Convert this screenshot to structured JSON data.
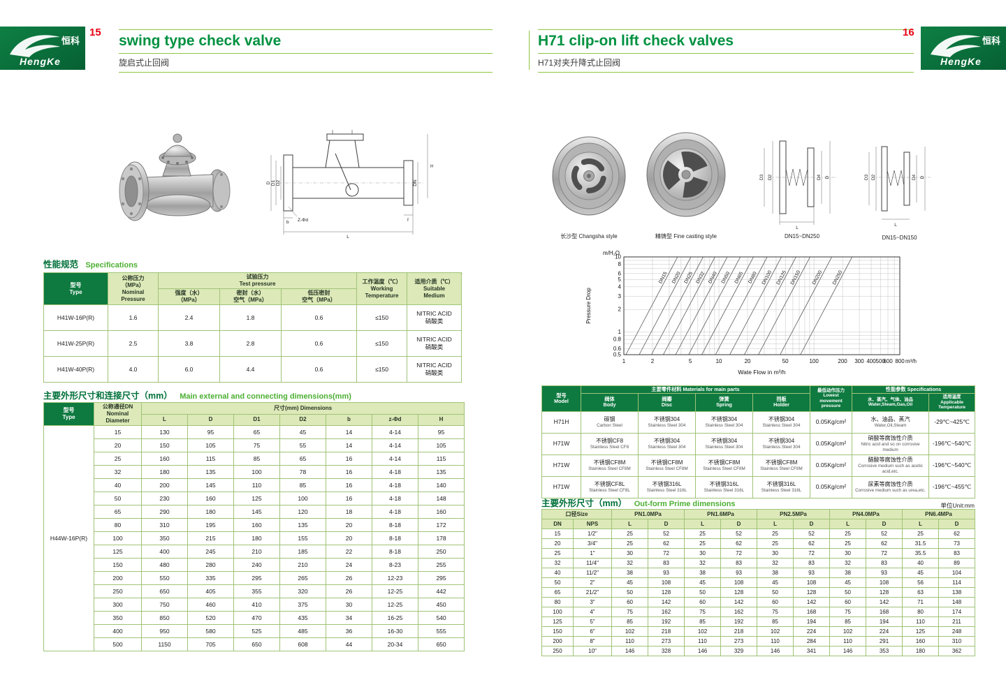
{
  "brand": {
    "zh": "恒科",
    "en": "HengKe"
  },
  "page_left": {
    "page_no": "15",
    "title_en": "swing type check valve",
    "title_zh": "旋启式止回阀",
    "spec_heading": {
      "zh": "性能规范",
      "en": "Specifications"
    },
    "spec_table": {
      "h_model": "型号\nType",
      "h_pressure": "公称压力\n（MPa）\nNominal\nPressure",
      "h_test": "试验压力\nTest pressure",
      "h_strength": "强度（水）\n（MPa）",
      "h_seal": "密封（水）\n空气（MPa）",
      "h_lowseal": "低压密封\n空气（MPa）",
      "h_temp": "工作温度（℃）\nWorking\nTemperature",
      "h_medium": "适用介质（℃）\nSuitable\nMedium",
      "rows": [
        [
          "H41W-16P(R)",
          "1.6",
          "2.4",
          "1.8",
          "0.6",
          "≤150",
          "NITRIC ACID\n硝酸类"
        ],
        [
          "H41W-25P(R)",
          "2.5",
          "3.8",
          "2.8",
          "0.6",
          "≤150",
          "NITRIC ACID\n硝酸类"
        ],
        [
          "H41W-40P(R)",
          "4.0",
          "6.0",
          "4.4",
          "0.6",
          "≤150",
          "NITRIC ACID\n硝酸类"
        ]
      ]
    },
    "dim_heading": {
      "zh": "主要外形尺寸和连接尺寸（mm）",
      "en": "Main external and connecting dimensions(mm)"
    },
    "dim_table": {
      "h_model": "型号\nType",
      "h_dn": "公称通径DN\nNominal\nDiameter",
      "h_dims": "尺寸(mm) Dimensions",
      "cols": [
        "L",
        "D",
        "D1",
        "D2",
        "b",
        "z-Φd",
        "H"
      ],
      "rows": [
        [
          {
            "t": "H44W-16P(R)",
            "rs": 17,
            "cls": "model"
          },
          "15",
          "130",
          "95",
          "65",
          "45",
          "14",
          "4-14",
          "95"
        ],
        [
          "20",
          "150",
          "105",
          "75",
          "55",
          "14",
          "4-14",
          "105"
        ],
        [
          "25",
          "160",
          "115",
          "85",
          "65",
          "16",
          "4-14",
          "115"
        ],
        [
          "32",
          "180",
          "135",
          "100",
          "78",
          "16",
          "4-18",
          "135"
        ],
        [
          "40",
          "200",
          "145",
          "110",
          "85",
          "16",
          "4-18",
          "140"
        ],
        [
          "50",
          "230",
          "160",
          "125",
          "100",
          "16",
          "4-18",
          "148"
        ],
        [
          "65",
          "290",
          "180",
          "145",
          "120",
          "18",
          "4-18",
          "160"
        ],
        [
          "80",
          "310",
          "195",
          "160",
          "135",
          "20",
          "8-18",
          "172"
        ],
        [
          "100",
          "350",
          "215",
          "180",
          "155",
          "20",
          "8-18",
          "178"
        ],
        [
          "125",
          "400",
          "245",
          "210",
          "185",
          "22",
          "8-18",
          "250"
        ],
        [
          "150",
          "480",
          "280",
          "240",
          "210",
          "24",
          "8-23",
          "255"
        ],
        [
          "200",
          "550",
          "335",
          "295",
          "265",
          "26",
          "12-23",
          "295"
        ],
        [
          "250",
          "650",
          "405",
          "355",
          "320",
          "26",
          "12-25",
          "442"
        ],
        [
          "300",
          "750",
          "460",
          "410",
          "375",
          "30",
          "12-25",
          "450"
        ],
        [
          "350",
          "850",
          "520",
          "470",
          "435",
          "34",
          "16-25",
          "540"
        ],
        [
          "400",
          "950",
          "580",
          "525",
          "485",
          "36",
          "16-30",
          "555"
        ],
        [
          "500",
          "1150",
          "705",
          "650",
          "608",
          "44",
          "20-34",
          "650"
        ]
      ]
    },
    "drawing_labels": {
      "d": "D",
      "d1": "D1",
      "d2": "D2",
      "dn": "DN",
      "h": "H",
      "l": "L",
      "b": "b",
      "f": "f",
      "zd": "Z-Φd"
    }
  },
  "page_right": {
    "page_no": "16",
    "title_en": "H71 clip-on lift check valves",
    "title_zh": "H71对夹升降式止回阀",
    "captions": [
      "长沙型 Changsha style",
      "精铸型 Fine casting style",
      "DN15~DN250",
      "DN15~DN150"
    ],
    "drawing_labels": {
      "d3": "D3",
      "d2": "D2",
      "d4": "D4",
      "d": "D",
      "l": "L"
    },
    "materials_table": {
      "h_model": "型号\nModel",
      "h_parts": "主要零件材料 Materials for main parts",
      "h_body": "阀体\nBody",
      "h_disc": "阀瓣\nDisc",
      "h_spring": "弹簧\nSpring",
      "h_holder": "挡板\nHolder",
      "h_pressure": "最低动作压力\nLowest movement\npressure",
      "h_specs": "性能参数 Specifications",
      "h_medium": "水、蒸汽、气体、油品\nWater,Steam,Gas,Oil",
      "h_temp": "适用温度\nApplicable\nTemperature",
      "rows": [
        [
          "H71H",
          {
            "t": "碳钢",
            "s": "Carbon Steel"
          },
          {
            "t": "不锈钢304",
            "s": "Stainless Steel 304"
          },
          {
            "t": "不锈钢304",
            "s": "Stainless Steel 304"
          },
          {
            "t": "不锈钢304",
            "s": "Stainless Steel 304"
          },
          "0.05Kg/cm²",
          {
            "t": "水、油品、蒸汽",
            "s": "Water,Oil,Steam"
          },
          "-29℃~425℃"
        ],
        [
          "H71W",
          {
            "t": "不锈钢CF8",
            "s": "Stainless Steel CF8"
          },
          {
            "t": "不锈钢304",
            "s": "Stainless Steel 304"
          },
          {
            "t": "不锈钢304",
            "s": "Stainless Steel 304"
          },
          {
            "t": "不锈钢304",
            "s": "Stainless Steel 304"
          },
          "0.05Kg/cm²",
          {
            "t": "硝酸等腐蚀性介质",
            "s": "Nitric acid and so on corrosive medium"
          },
          "-196℃~540℃"
        ],
        [
          "H71W",
          {
            "t": "不锈钢CF8M",
            "s": "Stainless Steel CF8M"
          },
          {
            "t": "不锈钢CF8M",
            "s": "Stainless Steel CF8M"
          },
          {
            "t": "不锈钢CF8M",
            "s": "Stainless Steel CF8M"
          },
          {
            "t": "不锈钢CF8M",
            "s": "Stainless Steel CF8M"
          },
          "0.05Kg/cm²",
          {
            "t": "醋酸等腐蚀性介质",
            "s": "Corrosive medium such as acetic acid,etc."
          },
          "-196℃~540℃"
        ],
        [
          "H71W",
          {
            "t": "不锈钢CF8L",
            "s": "Stainless Steel CF8L"
          },
          {
            "t": "不锈钢316L",
            "s": "Stainless Steel 316L"
          },
          {
            "t": "不锈钢316L",
            "s": "Stainless Steel 316L"
          },
          {
            "t": "不锈钢316L",
            "s": "Stainless Steel 316L"
          },
          "0.05Kg/cm²",
          {
            "t": "尿素等腐蚀性介质",
            "s": "Corrosive medium such as urea,etc."
          },
          "-196℃~455℃"
        ]
      ]
    },
    "outform_heading": {
      "zh": "主要外形尺寸（mm）",
      "en": "Out-form Prime dimensions",
      "unit": "单位Unit:mm"
    },
    "dims_table": {
      "h_size": "口径Size",
      "h_dn": "DN",
      "h_nps": "NPS",
      "h_l": "L",
      "h_d": "D",
      "pn_groups": [
        "PN1.0MPa",
        "PN1.6MPa",
        "PN2.5MPa",
        "PN4.0MPa",
        "PN6.4MPa"
      ],
      "rows": [
        [
          "15",
          "1/2\"",
          "25",
          "52",
          "25",
          "52",
          "25",
          "52",
          "25",
          "52",
          "25",
          "62"
        ],
        [
          "20",
          "3/4\"",
          "25",
          "62",
          "25",
          "62",
          "25",
          "62",
          "25",
          "62",
          "31.5",
          "73"
        ],
        [
          "25",
          "1\"",
          "30",
          "72",
          "30",
          "72",
          "30",
          "72",
          "30",
          "72",
          "35.5",
          "83"
        ],
        [
          "32",
          "11/4\"",
          "32",
          "83",
          "32",
          "83",
          "32",
          "83",
          "32",
          "83",
          "40",
          "89"
        ],
        [
          "40",
          "11/2\"",
          "38",
          "93",
          "38",
          "93",
          "38",
          "93",
          "38",
          "93",
          "45",
          "104"
        ],
        [
          "50",
          "2\"",
          "45",
          "108",
          "45",
          "108",
          "45",
          "108",
          "45",
          "108",
          "56",
          "114"
        ],
        [
          "65",
          "21/2\"",
          "50",
          "128",
          "50",
          "128",
          "50",
          "128",
          "50",
          "128",
          "63",
          "138"
        ],
        [
          "80",
          "3\"",
          "60",
          "142",
          "60",
          "142",
          "60",
          "142",
          "60",
          "142",
          "71",
          "148"
        ],
        [
          "100",
          "4\"",
          "75",
          "162",
          "75",
          "162",
          "75",
          "168",
          "75",
          "168",
          "80",
          "174"
        ],
        [
          "125",
          "5\"",
          "85",
          "192",
          "85",
          "192",
          "85",
          "194",
          "85",
          "194",
          "110",
          "211"
        ],
        [
          "150",
          "6\"",
          "102",
          "218",
          "102",
          "218",
          "102",
          "224",
          "102",
          "224",
          "125",
          "248"
        ],
        [
          "200",
          "8\"",
          "110",
          "273",
          "110",
          "273",
          "110",
          "284",
          "110",
          "291",
          "160",
          "310"
        ],
        [
          "250",
          "10\"",
          "146",
          "328",
          "146",
          "329",
          "146",
          "341",
          "146",
          "353",
          "180",
          "362"
        ]
      ]
    }
  },
  "chart_data": {
    "type": "line",
    "scale": "log-log",
    "y_axis_unit": "m/H₂O",
    "ylabel": "Pressure Drop",
    "xlabel": "Wate Flow in m³/h",
    "x_axis_unit": "m³/h",
    "x_range": [
      1,
      800
    ],
    "y_range": [
      0.5,
      10
    ],
    "x_ticks": [
      1,
      2,
      5,
      10,
      20,
      50,
      100,
      200,
      300,
      400,
      500,
      600,
      800
    ],
    "y_ticks": [
      10,
      8,
      6,
      5,
      4,
      3,
      2,
      1,
      0.8,
      0.6,
      0.5
    ],
    "grid": true,
    "lines": [
      {
        "label": "DN15",
        "x_at_ymin": 1.05
      },
      {
        "label": "DN20",
        "x_at_ymin": 1.45
      },
      {
        "label": "DN25",
        "x_at_ymin": 1.95
      },
      {
        "label": "DN32",
        "x_at_ymin": 2.6
      },
      {
        "label": "DN40",
        "x_at_ymin": 3.5
      },
      {
        "label": "DN50",
        "x_at_ymin": 4.8
      },
      {
        "label": "DN65",
        "x_at_ymin": 6.6
      },
      {
        "label": "DN80",
        "x_at_ymin": 9.2
      },
      {
        "label": "DN100",
        "x_at_ymin": 13
      },
      {
        "label": "DN125",
        "x_at_ymin": 18.5
      },
      {
        "label": "DN150",
        "x_at_ymin": 26
      },
      {
        "label": "DN200",
        "x_at_ymin": 44
      },
      {
        "label": "DN250",
        "x_at_ymin": 72
      }
    ]
  }
}
